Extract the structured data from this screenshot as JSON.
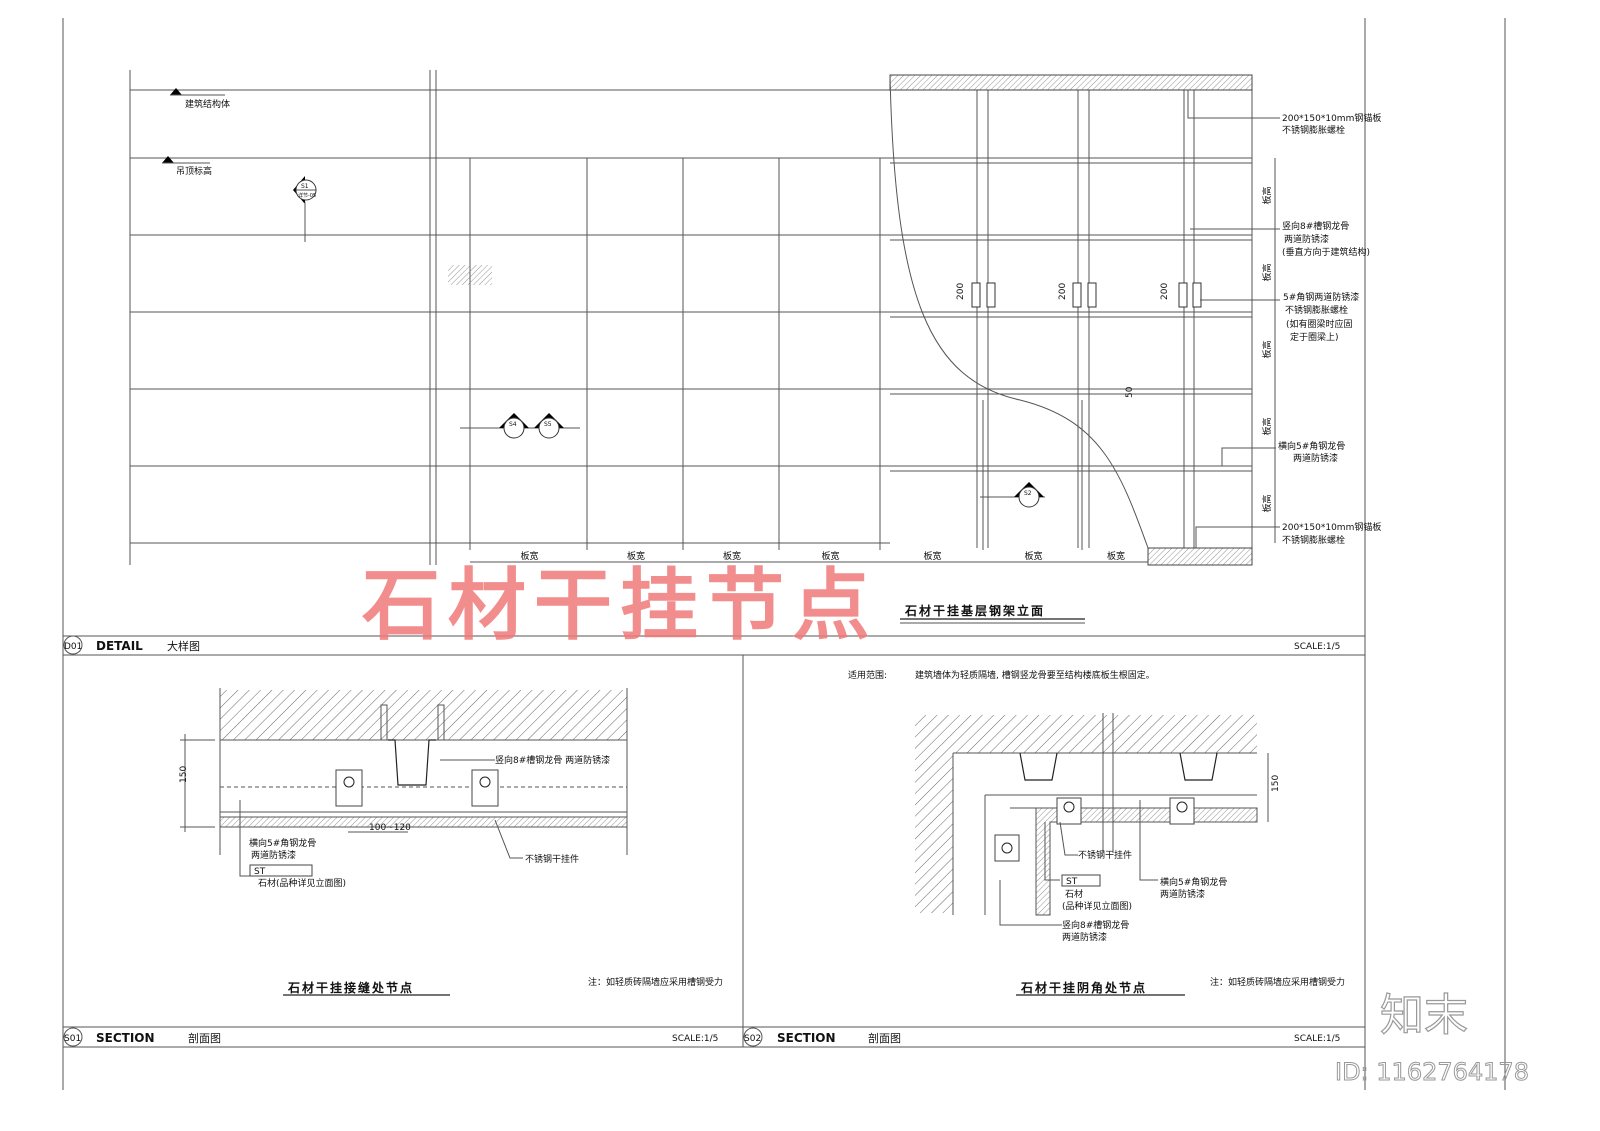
{
  "elevation": {
    "title": "石材干挂基层钢架立面",
    "labels": {
      "structure": "建筑结构体",
      "ceiling": "吊顶标高",
      "s1_top": "S1",
      "s1_bottom": "详节-05",
      "s4": "S4",
      "s5": "S5",
      "s2": "S2",
      "dim_200": "200",
      "dim_50": "50",
      "panel_width": "板宽",
      "panel_height": "板高"
    },
    "callouts": [
      {
        "line1": "200*150*10mm钢锚板",
        "line2": "不锈钢膨胀螺栓"
      },
      {
        "line1": "竖向8#槽钢龙骨",
        "line2": "两道防锈漆",
        "line3": "(垂直方向于建筑结构)"
      },
      {
        "line1": "5#角钢两道防锈漆",
        "line2": "不锈钢膨胀螺栓",
        "line3": "(如有圈梁时应固",
        "line4": "定于圈梁上)"
      },
      {
        "line1": "横向5#角钢龙骨",
        "line2": "两道防锈漆"
      },
      {
        "line1": "200*150*10mm钢锚板",
        "line2": "不锈钢膨胀螺栓"
      }
    ]
  },
  "d01_bar": {
    "code": "D01",
    "name": "DETAIL",
    "cn": "大样图",
    "scale": "SCALE:1/5"
  },
  "s01": {
    "title": "石材干挂接缝处节点",
    "note": "注：如轻质砖隔墙应采用槽钢受力",
    "dim_150": "150",
    "dim_gap": "100~120",
    "c_channel": "竖向8#槽钢龙骨  两道防锈漆",
    "c_angle1": "横向5#角钢龙骨",
    "c_angle2": "两道防锈漆",
    "st": "ST",
    "stone": "石材(品种详见立面图)",
    "hanger": "不锈钢干挂件"
  },
  "s02": {
    "scope_label": "适用范围:",
    "scope_text": "建筑墙体为轻质隔墙, 槽钢竖龙骨要至结构楼底板生根固定。",
    "title": "石材干挂阴角处节点",
    "note": "注：如轻质砖隔墙应采用槽钢受力",
    "dim_150": "150",
    "hanger": "不锈钢干挂件",
    "st": "ST",
    "stone1": "石材",
    "stone2": "(品种详见立面图)",
    "angle1": "横向5#角钢龙骨",
    "angle2": "两道防锈漆",
    "channel1": "竖向8#槽钢龙骨",
    "channel2": "两道防锈漆"
  },
  "s01_bar": {
    "code": "S01",
    "name": "SECTION",
    "cn": "剖面图",
    "scale": "SCALE:1/5"
  },
  "s02_bar": {
    "code": "S02",
    "name": "SECTION",
    "cn": "剖面图",
    "scale": "SCALE:1/5"
  },
  "watermark": {
    "title": "石材干挂节点",
    "logo": "知末",
    "id": "ID: 1162764178",
    "color": "#f07a7a"
  }
}
